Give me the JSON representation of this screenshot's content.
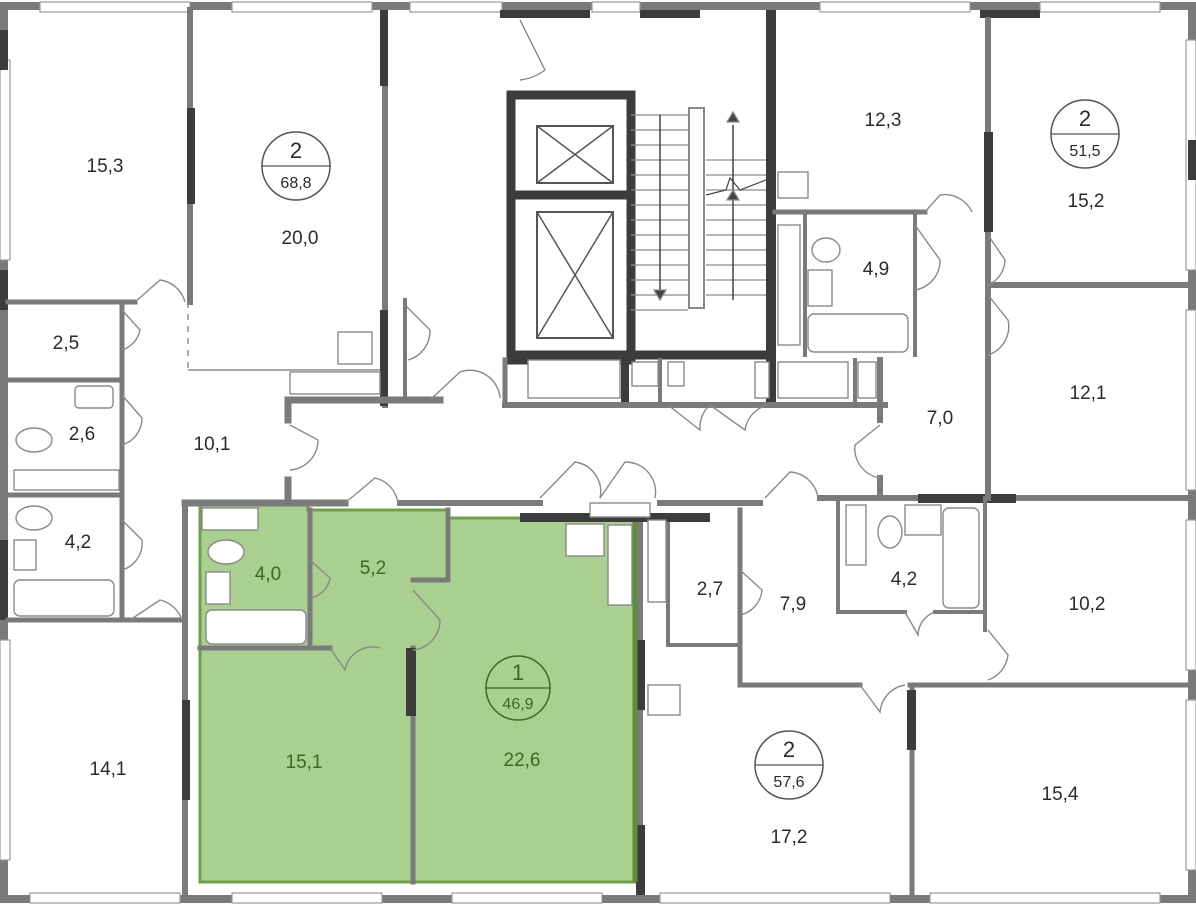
{
  "colors": {
    "wall": "#7a7a7a",
    "wall_dark": "#3c3c3c",
    "highlight_fill": "#a9d08e",
    "highlight_text": "#3a6a1a"
  },
  "apartments": [
    {
      "id": "apt-west",
      "rooms": "2",
      "total": "68,8"
    },
    {
      "id": "apt-east",
      "rooms": "2",
      "total": "51,5"
    },
    {
      "id": "apt-selected",
      "rooms": "1",
      "total": "46,9"
    },
    {
      "id": "apt-south",
      "rooms": "2",
      "total": "57,6"
    }
  ],
  "rooms": {
    "r1": "15,3",
    "r2": "20,0",
    "r3": "2,5",
    "r4": "2,6",
    "r5": "10,1",
    "r6": "4,2",
    "r7": "14,1",
    "r8": "12,3",
    "r9": "15,2",
    "r10": "4,9",
    "r11": "12,1",
    "r12": "7,0",
    "r13": "4,0",
    "r14": "5,2",
    "r15": "15,1",
    "r16": "22,6",
    "r17": "2,7",
    "r18": "7,9",
    "r19": "4,2",
    "r20": "10,2",
    "r21": "17,2",
    "r22": "15,4"
  }
}
